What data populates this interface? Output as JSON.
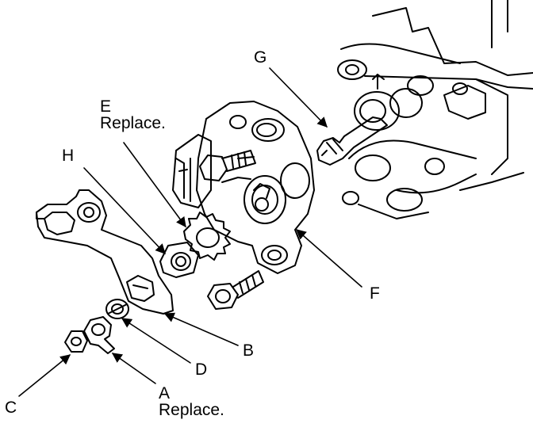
{
  "labels": {
    "A": {
      "letter": "A",
      "note": "Replace."
    },
    "B": {
      "letter": "B"
    },
    "C": {
      "letter": "C"
    },
    "D": {
      "letter": "D"
    },
    "E": {
      "letter": "E",
      "note": "Replace."
    },
    "F": {
      "letter": "F"
    },
    "G": {
      "letter": "G"
    },
    "H": {
      "letter": "H"
    }
  },
  "colors": {
    "line": "#000000",
    "background": "#ffffff"
  }
}
